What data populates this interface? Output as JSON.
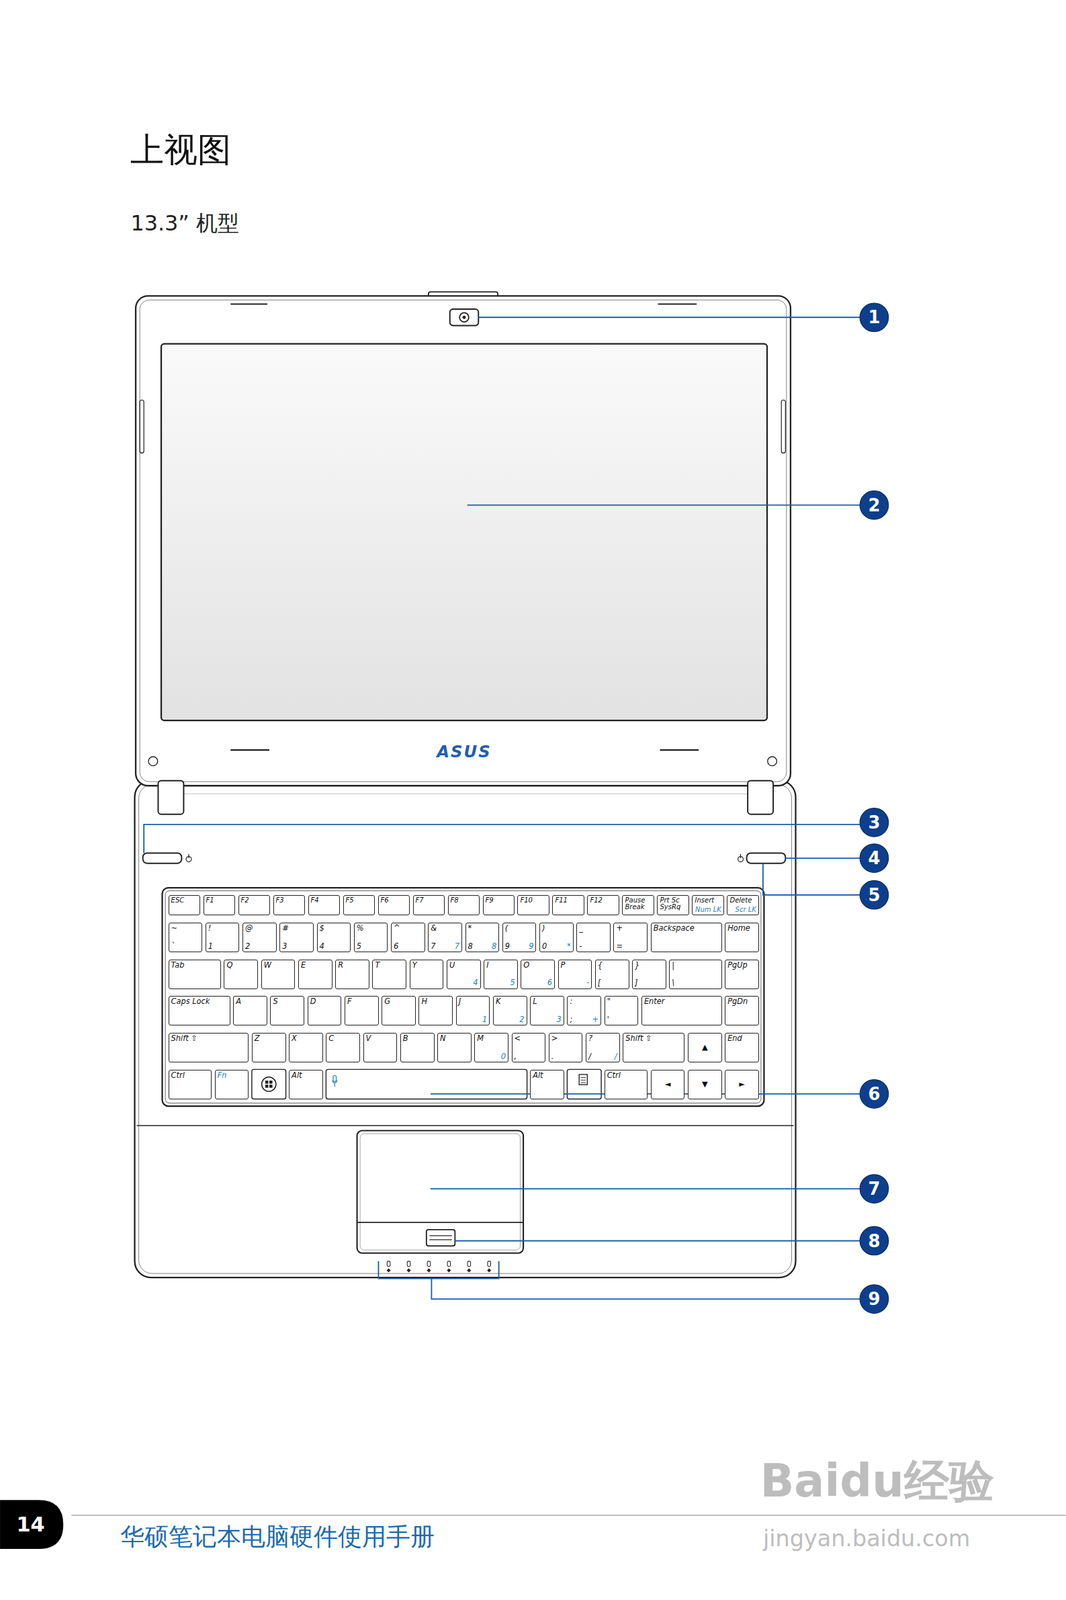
{
  "diagram": {
    "title": "上视图",
    "nodes": [
      {
        "text": [
          "ESC"
        ]
      },
      {
        "text": [
          "F1"
        ]
      },
      {
        "text": [
          "F2"
        ]
      },
      {
        "text": [
          "F3"
        ]
      },
      {
        "text": [
          "F4"
        ]
      },
      {
        "text": [
          "F5"
        ]
      },
      {
        "text": [
          "F6"
        ]
      },
      {
        "text": [
          "F7"
        ]
      },
      {
        "text": [
          "F8"
        ]
      },
      {
        "text": [
          "F9"
        ]
      },
      {
        "text": [
          "F10"
        ]
      },
      {
        "text": [
          "F11"
        ]
      },
      {
        "text": [
          "F12"
        ]
      },
      {
        "text": [
          "Pause Break"
        ]
      },
      {
        "text": [
          "Prt Sc SysRq"
        ]
      },
      {
        "text": [
          "Insert",
          "Num LK"
        ]
      },
      {
        "text": [
          "Delete",
          "Scr LK"
        ]
      },
      {
        "text": [
          "~",
          "`"
        ]
      },
      {
        "text": [
          "!",
          "1"
        ]
      },
      {
        "text": [
          "@",
          "2"
        ]
      },
      {
        "text": [
          "#",
          "3"
        ]
      },
      {
        "text": [
          "$",
          "4"
        ]
      },
      {
        "text": [
          "%",
          "5"
        ]
      },
      {
        "text": [
          "^",
          "6"
        ]
      },
      {
        "text": [
          "&",
          "7",
          "7"
        ]
      },
      {
        "text": [
          "*",
          "8",
          "8"
        ]
      },
      {
        "text": [
          "(",
          "9",
          "9"
        ]
      },
      {
        "text": [
          ")",
          "0",
          "*"
        ]
      },
      {
        "text": [
          "_",
          "-"
        ]
      },
      {
        "text": [
          "+",
          "="
        ]
      },
      {
        "text": [
          "Backspace"
        ]
      },
      {
        "text": [
          "Home"
        ]
      },
      {
        "text": [
          "Tab"
        ]
      },
      {
        "text": [
          "Q"
        ]
      },
      {
        "text": [
          "W"
        ]
      },
      {
        "text": [
          "E"
        ]
      },
      {
        "text": [
          "R"
        ]
      },
      {
        "text": [
          "T"
        ]
      },
      {
        "text": [
          "Y"
        ]
      },
      {
        "text": [
          "U",
          "4"
        ]
      },
      {
        "text": [
          "I",
          "5"
        ]
      },
      {
        "text": [
          "O",
          "6"
        ]
      },
      {
        "text": [
          "P",
          "-"
        ]
      },
      {
        "text": [
          "{",
          "["
        ]
      },
      {
        "text": [
          "}",
          "]"
        ]
      },
      {
        "text": [
          "|",
          "\\"
        ]
      },
      {
        "text": [
          "PgUp"
        ]
      },
      {
        "text": [
          "Caps Lock"
        ]
      },
      {
        "text": [
          "A"
        ]
      },
      {
        "text": [
          "S"
        ]
      },
      {
        "text": [
          "D"
        ]
      },
      {
        "text": [
          "F"
        ]
      },
      {
        "text": [
          "G"
        ]
      },
      {
        "text": [
          "H"
        ]
      },
      {
        "text": [
          "J",
          "1"
        ]
      },
      {
        "text": [
          "K",
          "2"
        ]
      },
      {
        "text": [
          "L",
          "3"
        ]
      },
      {
        "text": [
          ":",
          ";",
          "+"
        ]
      },
      {
        "text": [
          "\"",
          "'"
        ]
      },
      {
        "text": [
          "Enter"
        ]
      },
      {
        "text": [
          "PgDn"
        ]
      },
      {
        "text": [
          "Shift ⇧"
        ]
      },
      {
        "text": [
          "Z"
        ]
      },
      {
        "text": [
          "X"
        ]
      },
      {
        "text": [
          "C"
        ]
      },
      {
        "text": [
          "V"
        ]
      },
      {
        "text": [
          "B"
        ]
      },
      {
        "text": [
          "N"
        ]
      },
      {
        "text": [
          "M",
          "0"
        ]
      },
      {
        "text": [
          "<",
          ","
        ]
      },
      {
        "text": [
          ">",
          "."
        ]
      },
      {
        "text": [
          "?",
          "/",
          "/"
        ]
      },
      {
        "text": [
          "Shift ⇧"
        ]
      },
      {
        "text": [
          "▲"
        ]
      },
      {
        "text": [
          "End"
        ]
      },
      {
        "text": [
          "Ctrl"
        ]
      },
      {
        "text": [
          "Fn"
        ]
      },
      {
        "text": [
          "Alt"
        ]
      },
      {
        "text": [
          "Alt"
        ]
      },
      {
        "text": [
          "Ctrl"
        ]
      },
      {
        "text": [
          "◄"
        ]
      },
      {
        "text": [
          "▼"
        ]
      },
      {
        "text": [
          "►"
        ]
      }
    ],
    "labels": [
      "13.3” 机型",
      "ASUS",
      "1",
      "2",
      "3",
      "4",
      "5",
      "6",
      "7",
      "8",
      "9",
      "14",
      "华硕笔记本电脑硬件使用手册",
      "Baidu经验",
      "jingyan.baidu.com"
    ]
  }
}
